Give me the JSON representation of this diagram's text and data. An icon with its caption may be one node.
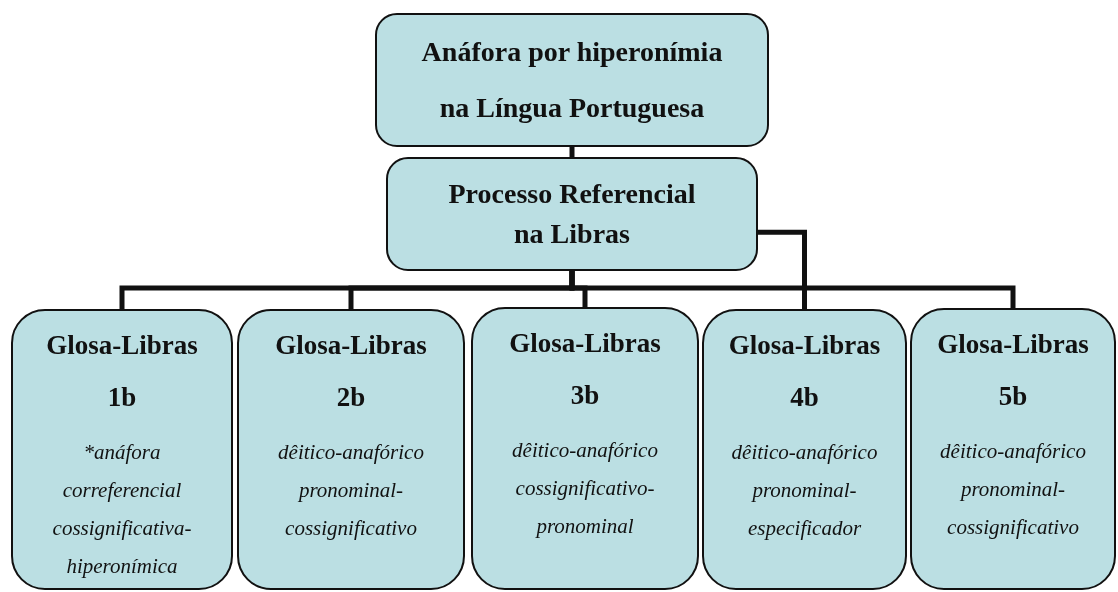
{
  "diagram": {
    "nodes": [
      {
        "text": [
          "Anáfora por hiperonímia na Língua Portuguesa"
        ]
      },
      {
        "text": [
          "Processo Referencial na Libras"
        ]
      },
      {
        "text": [
          "Glosa-Libras 1b",
          "*anáfora correferencial cossignificativa-hiperonímica"
        ]
      },
      {
        "text": [
          "Glosa-Libras 2b",
          "dêitico-anafórico pronominal-cossignificativo"
        ]
      },
      {
        "text": [
          "Glosa-Libras 3b",
          "dêitico-anafórico cossignificativo-pronominal"
        ]
      },
      {
        "text": [
          "Glosa-Libras 4b",
          "dêitico-anafórico pronominal-especificador"
        ]
      },
      {
        "text": [
          "Glosa-Libras 5b",
          "dêitico-anafórico pronominal-cossignificativo"
        ]
      }
    ],
    "edges": [
      {
        "from": 0,
        "to": 1,
        "arrow": "none"
      },
      {
        "from": 1,
        "to": 2,
        "arrow": "none"
      },
      {
        "from": 1,
        "to": 3,
        "arrow": "none"
      },
      {
        "from": 1,
        "to": 4,
        "arrow": "none"
      },
      {
        "from": 1,
        "to": 5,
        "arrow": "none"
      },
      {
        "from": 1,
        "to": 6,
        "arrow": "none"
      }
    ]
  }
}
